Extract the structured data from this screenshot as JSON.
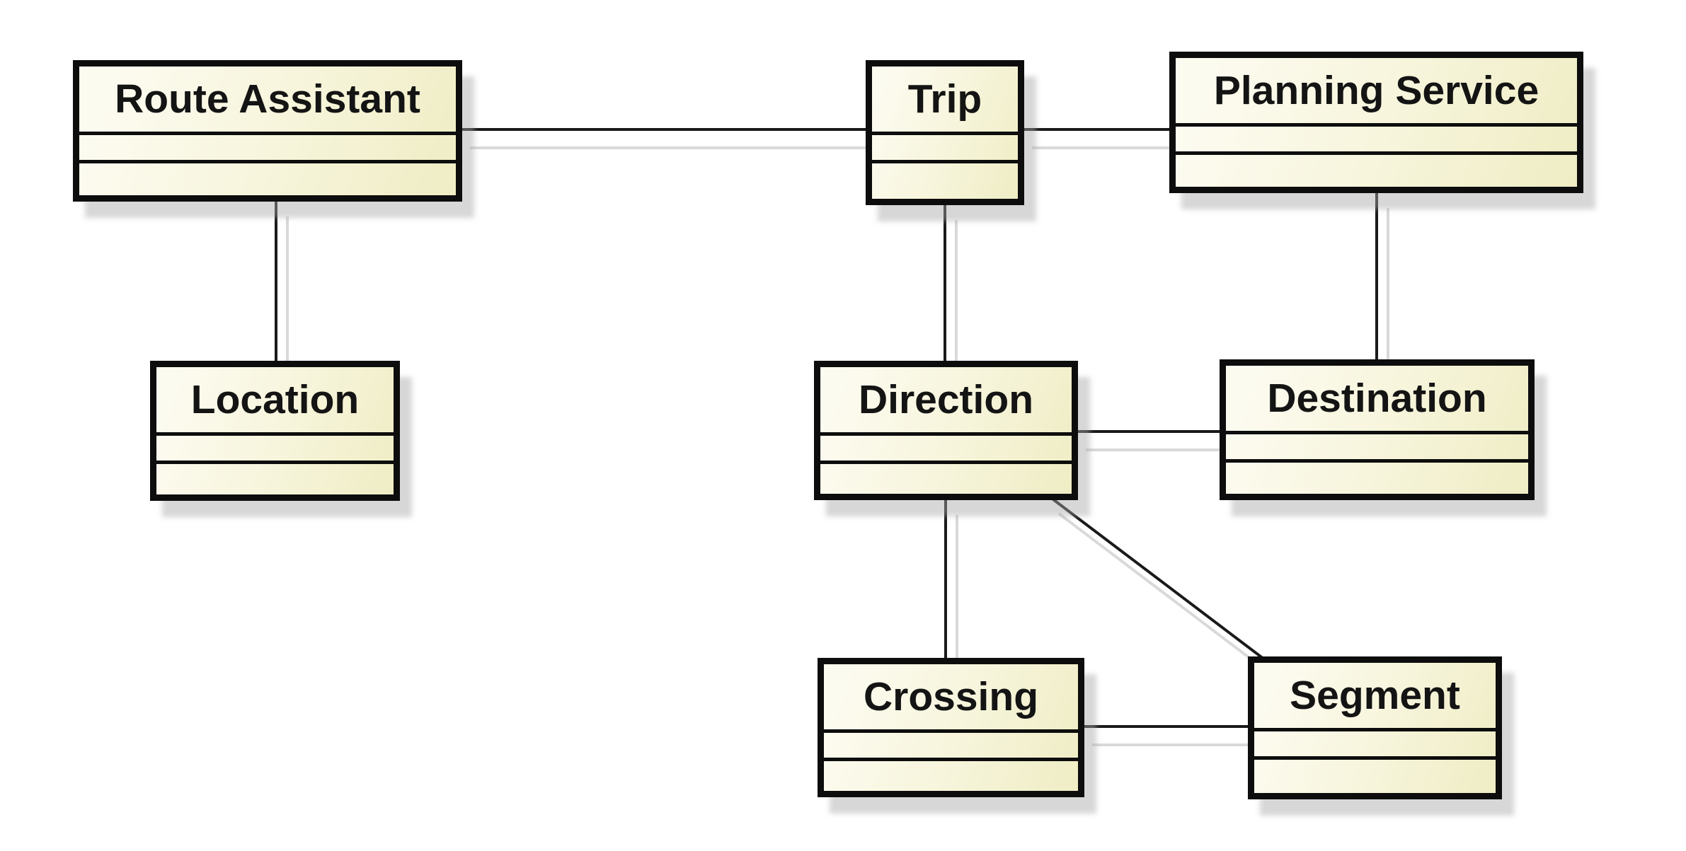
{
  "diagram": {
    "type": "uml-class-diagram",
    "classes": [
      {
        "id": "route-assistant",
        "name": "Route Assistant"
      },
      {
        "id": "trip",
        "name": "Trip"
      },
      {
        "id": "planning-service",
        "name": "Planning Service"
      },
      {
        "id": "location",
        "name": "Location"
      },
      {
        "id": "direction",
        "name": "Direction"
      },
      {
        "id": "destination",
        "name": "Destination"
      },
      {
        "id": "crossing",
        "name": "Crossing"
      },
      {
        "id": "segment",
        "name": "Segment"
      }
    ],
    "associations": [
      {
        "from": "Route Assistant",
        "to": "Trip"
      },
      {
        "from": "Trip",
        "to": "Planning Service"
      },
      {
        "from": "Route Assistant",
        "to": "Location"
      },
      {
        "from": "Trip",
        "to": "Direction"
      },
      {
        "from": "Planning Service",
        "to": "Destination"
      },
      {
        "from": "Direction",
        "to": "Destination"
      },
      {
        "from": "Direction",
        "to": "Crossing"
      },
      {
        "from": "Direction",
        "to": "Segment"
      },
      {
        "from": "Crossing",
        "to": "Segment"
      }
    ],
    "colors": {
      "box_fill_light": "#fcfbf0",
      "box_fill_dark": "#efedc4",
      "box_border": "#0d0d0d",
      "connector": "#1a1a1a",
      "connector_shadow": "#d6d6d6",
      "box_shadow": "#c9c9c9",
      "background": "#ffffff"
    }
  }
}
